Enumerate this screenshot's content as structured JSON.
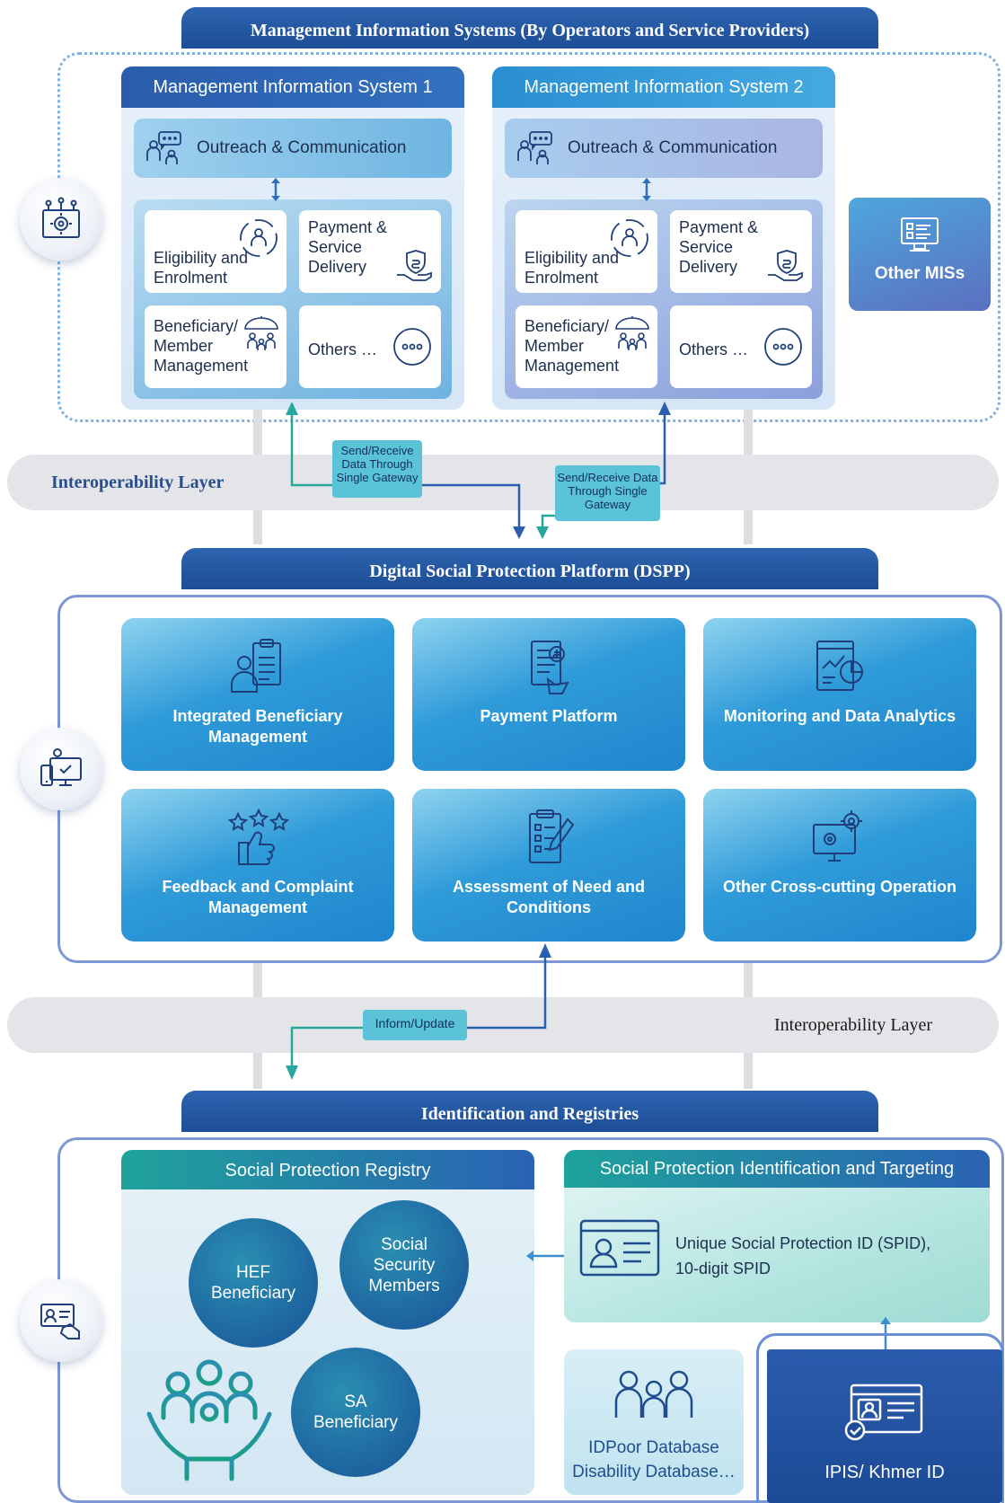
{
  "mis": {
    "title": "Management Information Systems (By Operators and Service Providers)",
    "system1": {
      "title": "Management Information System 1",
      "outreach": "Outreach & Communication",
      "eligibility": "Eligibility and Enrolment",
      "payment": "Payment & Service Delivery",
      "beneficiary": "Beneficiary/ Member Management",
      "others": "Others …"
    },
    "system2": {
      "title": "Management Information System 2",
      "outreach": "Outreach & Communication",
      "eligibility": "Eligibility and Enrolment",
      "payment": "Payment & Service Delivery",
      "beneficiary": "Beneficiary/ Member Management",
      "others": "Others …"
    },
    "other_mis": "Other MISs"
  },
  "interop_top": {
    "label": "Interoperability Layer",
    "gateway1": "Send/Receive Data Through Single Gateway",
    "gateway2": "Send/Receive Data Through Single Gateway"
  },
  "dspp": {
    "title": "Digital Social Protection Platform (DSPP)",
    "tiles": [
      {
        "label": "Integrated Beneficiary Management",
        "icon": "beneficiary-clipboard-icon"
      },
      {
        "label": "Payment Platform",
        "icon": "payment-document-icon"
      },
      {
        "label": "Monitoring and Data Analytics",
        "icon": "analytics-chart-icon"
      },
      {
        "label": "Feedback and Complaint Management",
        "icon": "thumbs-up-stars-icon"
      },
      {
        "label": "Assessment of Need and Conditions",
        "icon": "checklist-pencil-icon"
      },
      {
        "label": "Other Cross-cutting Operation",
        "icon": "monitor-gears-icon"
      }
    ]
  },
  "interop_bottom": {
    "label": "Interoperability Layer",
    "inform": "Inform/Update"
  },
  "registries": {
    "title": "Identification and Registries",
    "spr": {
      "title": "Social Protection Registry",
      "hef": "HEF Beneficiary",
      "social_security": "Social Security Members",
      "sa": "SA Beneficiary"
    },
    "spit": {
      "title": "Social Protection Identification and Targeting",
      "spid": "Unique Social Protection ID (SPID), 10-digit SPID"
    },
    "idpoor_line1": "IDPoor Database",
    "idpoor_line2": "Disability Database…",
    "ipis": "IPIS/ Khmer ID"
  },
  "colors": {
    "ribbon": "#1d4d96",
    "mis1_header": "#2e63b0",
    "mis2_header": "#2e8fd3",
    "tile": "#2f9bd9",
    "teal": "#1ea39b",
    "gateway_box": "#5bc3d8"
  }
}
